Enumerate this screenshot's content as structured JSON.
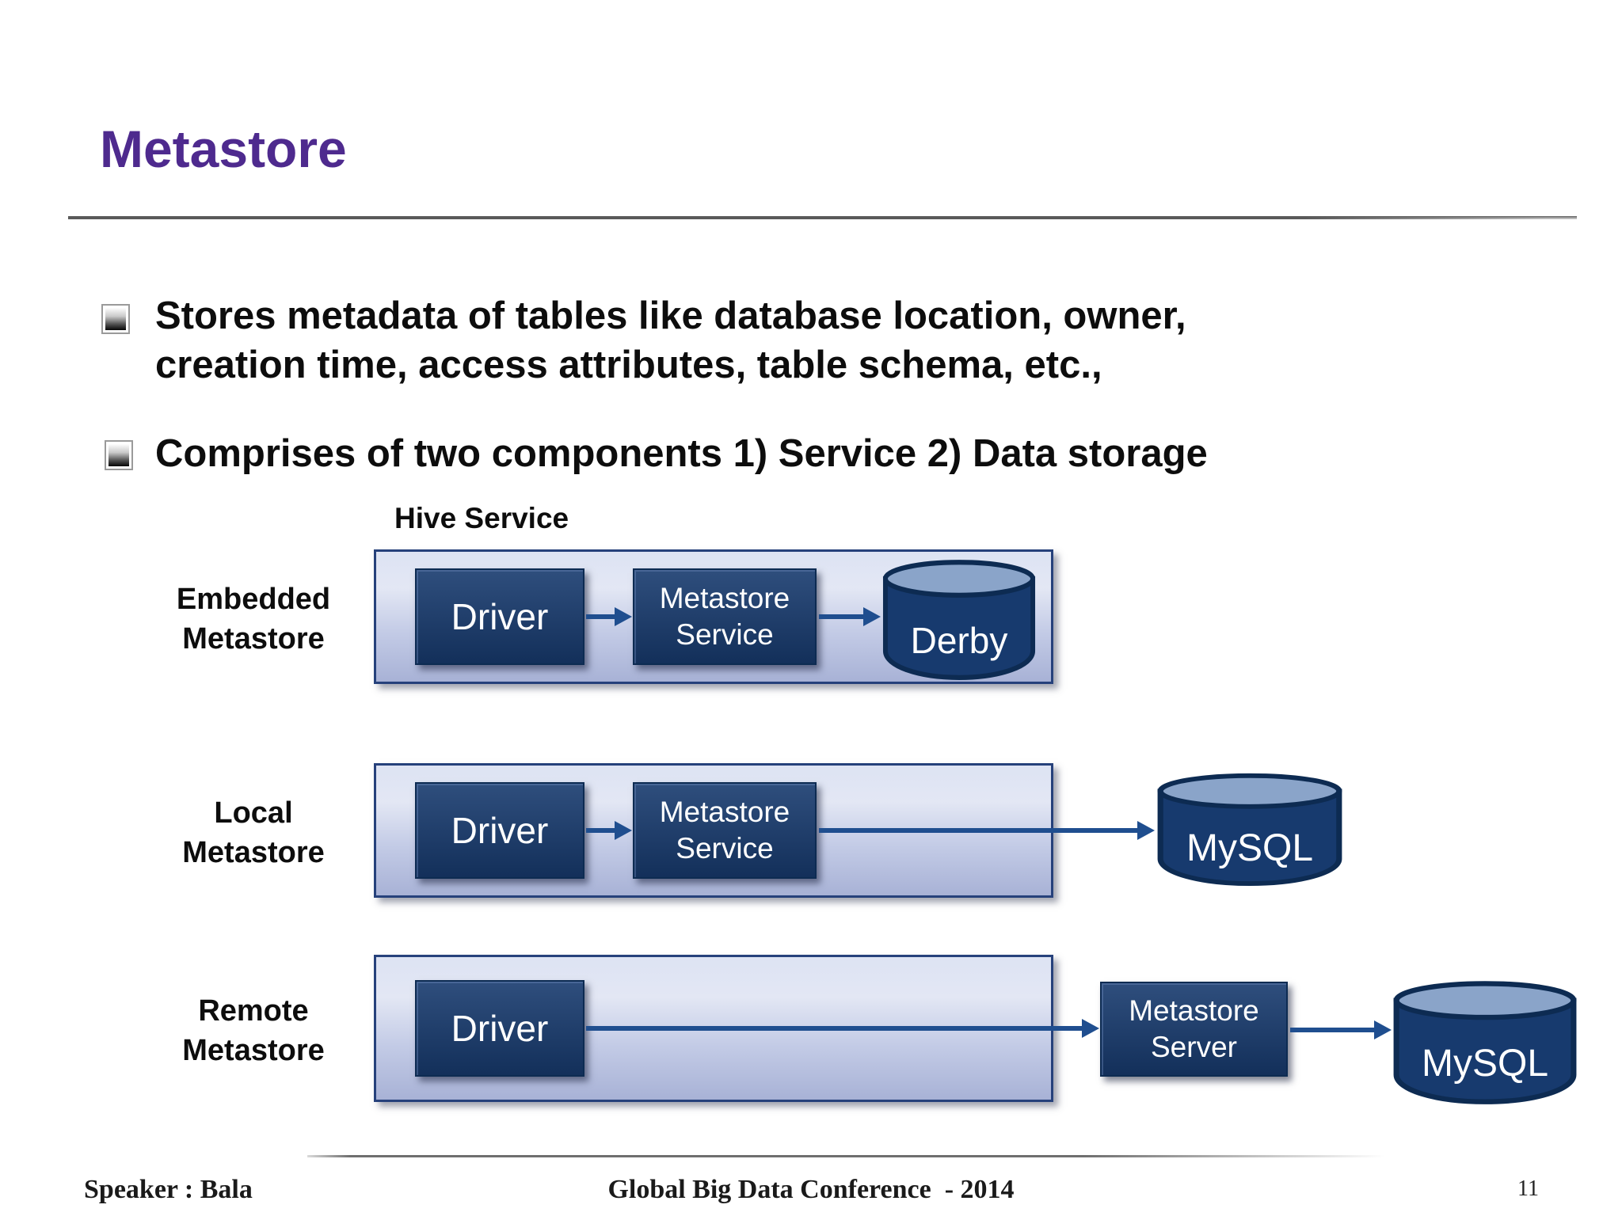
{
  "slide": {
    "title": "Metastore",
    "bullet1_line1": "Stores metadata of tables like database location, owner,",
    "bullet1_line2": "creation time, access attributes, table schema, etc.,",
    "bullet2": "Comprises of two components 1) Service 2) Data storage"
  },
  "diagram": {
    "hive_service_label": "Hive Service",
    "rows": [
      {
        "label_line1": "Embedded",
        "label_line2": "Metastore",
        "driver": "Driver",
        "middle_line1": "Metastore",
        "middle_line2": "Service",
        "db": "Derby"
      },
      {
        "label_line1": "Local",
        "label_line2": "Metastore",
        "driver": "Driver",
        "middle_line1": "Metastore",
        "middle_line2": "Service",
        "db": "MySQL"
      },
      {
        "label_line1": "Remote",
        "label_line2": "Metastore",
        "driver": "Driver",
        "middle_line1": "Metastore",
        "middle_line2": "Server",
        "db": "MySQL"
      }
    ]
  },
  "footer": {
    "speaker": "Speaker : Bala",
    "conference": "Global Big Data Conference  - 2014",
    "page_number": "11"
  },
  "colors": {
    "title": "#4E2A8E",
    "navy": "#173A6E",
    "navy_dark": "#0D2B52",
    "panel_border": "#26417B",
    "arrow": "#1F4E8F",
    "cylinder_top": "#8AA4C9"
  }
}
